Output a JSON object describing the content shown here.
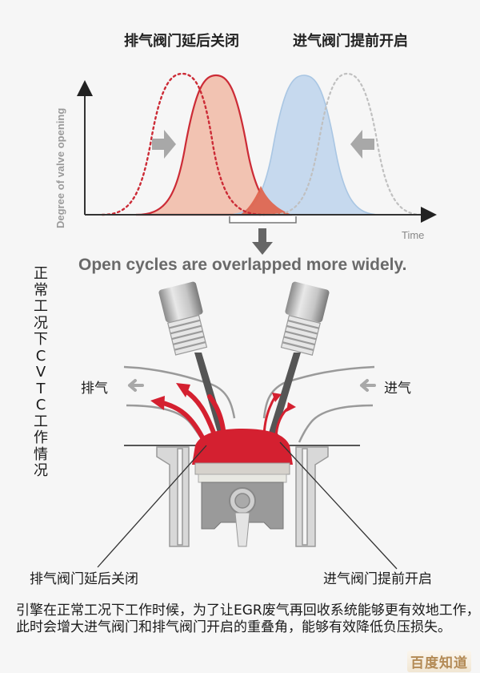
{
  "chart": {
    "title_left": "排气阀门延后关闭",
    "title_right": "进气阀门提前开启",
    "ylabel": "Degree of valve opening",
    "xlabel": "Time",
    "caption": "Open cycles are overlapped more widely."
  },
  "chart_data": {
    "type": "area",
    "title": "",
    "xlabel": "Time",
    "ylabel": "Degree of valve opening",
    "annotations": [
      "排气阀门延后关闭",
      "进气阀门提前开启",
      "Open cycles are overlapped more widely."
    ],
    "grid": false,
    "legend": "none",
    "series": [
      {
        "name": "Exhaust valve (original, dotted)",
        "style": "dotted",
        "color": "#cc2b36",
        "x_start": 0.05,
        "x_peak": 0.25,
        "x_end": 0.45,
        "peak": 1.0
      },
      {
        "name": "Exhaust valve (delayed close, filled)",
        "style": "filled",
        "color": "#cc2b36",
        "fill": "#f2c3b2",
        "x_start": 0.13,
        "x_peak": 0.34,
        "x_end": 0.55,
        "peak": 1.0
      },
      {
        "name": "Intake valve (advanced open, filled)",
        "style": "filled",
        "color": "#9cbfe0",
        "fill": "#c6d9ee",
        "x_start": 0.44,
        "x_peak": 0.64,
        "x_end": 0.84,
        "peak": 1.0
      },
      {
        "name": "Intake valve (original, dotted)",
        "style": "dotted",
        "color": "#b8b8b8",
        "x_start": 0.55,
        "x_peak": 0.75,
        "x_end": 0.95,
        "peak": 1.0
      }
    ],
    "overlap_region": {
      "x_start": 0.44,
      "x_end": 0.55,
      "fill": "#e06048"
    }
  },
  "engine": {
    "vertical_label": [
      "正",
      "常",
      "工",
      "况",
      "下",
      "C",
      "V",
      "T",
      "C",
      "工",
      "作",
      "情",
      "况"
    ],
    "exhaust_label": "排气",
    "intake_label": "进气",
    "exhaust_valve_label": "排气阀门延后关闭",
    "intake_valve_label": "进气阀门提前开启"
  },
  "description": "引擎在正常工况下工作时候，为了让EGR废气再回收系统能够更有效地工作，此时会增大进气阀门和排气阀门开启的重叠角，能够有效降低负压损失。",
  "watermark": "百度知道",
  "colors": {
    "exhaust_red": "#cc2b36",
    "exhaust_fill": "#f2c3b2",
    "intake_blue_fill": "#c6d9ee",
    "overlap": "#e06048",
    "combustion_red": "#d42030"
  }
}
